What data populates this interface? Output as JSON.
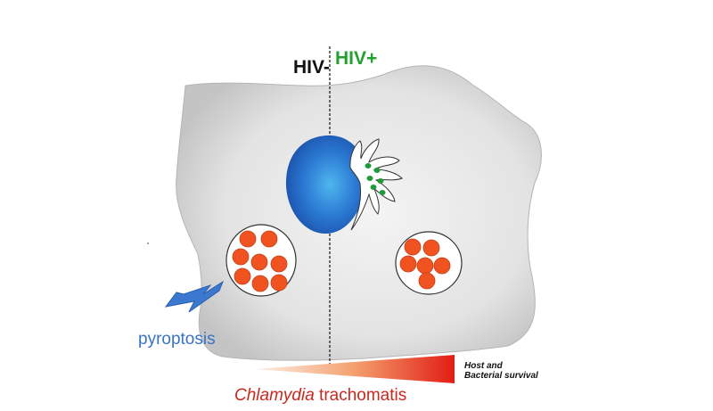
{
  "labels": {
    "hiv_negative": "HIV-",
    "hiv_positive": "HIV+",
    "pyroptosis": "pyroptosis",
    "survival_line1": "Host and",
    "survival_line2": "Bacterial survival",
    "pathogen_genus": "Chlamydia",
    "pathogen_species": "trachomatis"
  },
  "colors": {
    "hiv_negative": "#111111",
    "hiv_positive": "#22a12e",
    "pyroptosis": "#3a73c4",
    "pathogen": "#c8281e",
    "bacteria": "#f0531f",
    "nucleus": "#1f5fbf",
    "vesicles": "#1f9a3a",
    "gradient_start": "#fbe3d2",
    "gradient_end": "#e21c14"
  }
}
